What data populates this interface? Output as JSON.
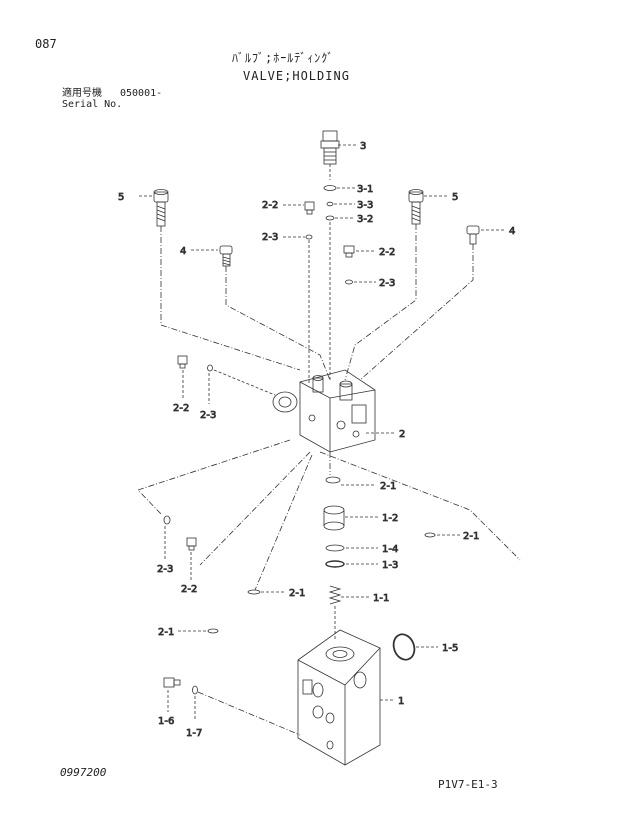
{
  "header": {
    "page_number": "087",
    "title_jp": "ﾊﾞﾙﾌﾞ;ﾎｰﾙﾃﾞｨﾝｸﾞ",
    "title_en": "VALVE;HOLDING",
    "serial_label_jp": "適用号機",
    "serial_value": "050001-",
    "serial_label_en": "Serial No."
  },
  "footer": {
    "doc_code": "0997200",
    "page_code": "P1V7-E1-3"
  },
  "callouts": {
    "c3": "3",
    "c3_1": "3-1",
    "c3_3": "3-3",
    "c3_2": "3-2",
    "c5_left": "5",
    "c5_right": "5",
    "c4_left": "4",
    "c4_right": "4",
    "c2_2_top": "2-2",
    "c2_3_top": "2-3",
    "c2_2_mid": "2-2",
    "c2_3_mid": "2-3",
    "c2_2_left": "2-2",
    "c2_3_left": "2-3",
    "c2": "2",
    "c2_1_a": "2-1",
    "c1_2": "1-2",
    "c2_1_right": "2-1",
    "c1_4": "1-4",
    "c1_3": "1-3",
    "c1_1": "1-1",
    "c2_3_low": "2-3",
    "c2_2_low": "2-2",
    "c2_1_low": "2-1",
    "c2_1_bottom": "2-1",
    "c1_5": "1-5",
    "c1": "1",
    "c1_6": "1-6",
    "c1_7": "1-7"
  }
}
